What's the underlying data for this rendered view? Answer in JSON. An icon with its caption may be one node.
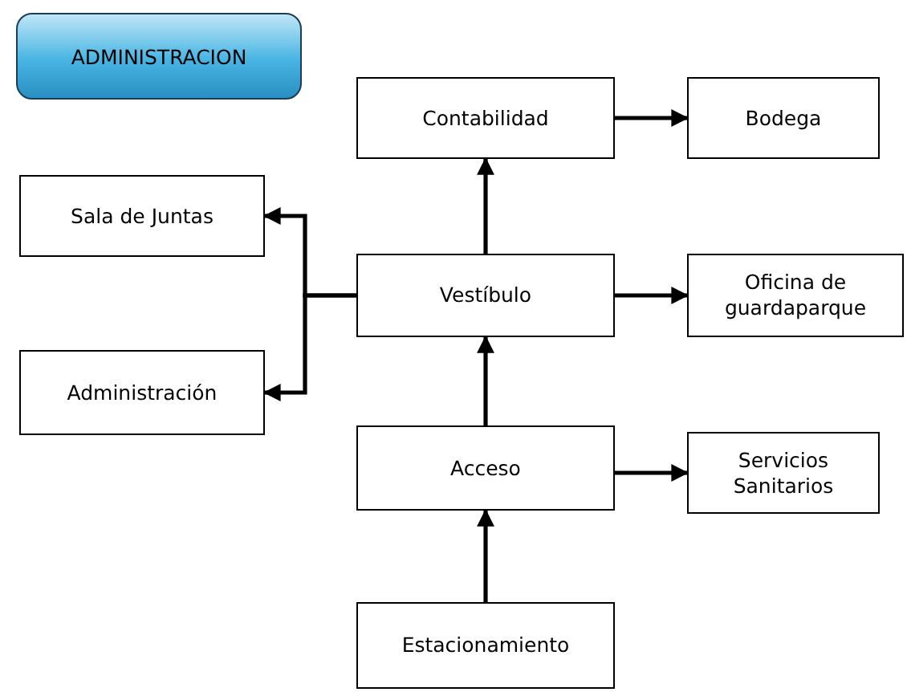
{
  "diagram": {
    "title": "ADMINISTRACION",
    "nodes": [
      {
        "text": [
          "Contabilidad"
        ]
      },
      {
        "text": [
          "Bodega"
        ]
      },
      {
        "text": [
          "Sala de Juntas"
        ]
      },
      {
        "text": [
          "Vestíbulo"
        ]
      },
      {
        "text": [
          "Oficina de guardaparque"
        ]
      },
      {
        "text": [
          "Administración"
        ]
      },
      {
        "text": [
          "Acceso"
        ]
      },
      {
        "text": [
          "Servicios Sanitarios"
        ]
      },
      {
        "text": [
          "Estacionamiento"
        ]
      }
    ],
    "edges": [
      {
        "from": 3,
        "to": 0,
        "arrow": "to"
      },
      {
        "from": 0,
        "to": 1,
        "arrow": "to"
      },
      {
        "from": 3,
        "to": 2,
        "arrow": "to"
      },
      {
        "from": 3,
        "to": 4,
        "arrow": "to"
      },
      {
        "from": 3,
        "to": 5,
        "arrow": "to"
      },
      {
        "from": 6,
        "to": 3,
        "arrow": "to"
      },
      {
        "from": 6,
        "to": 7,
        "arrow": "to"
      },
      {
        "from": 8,
        "to": 6,
        "arrow": "to"
      }
    ]
  }
}
